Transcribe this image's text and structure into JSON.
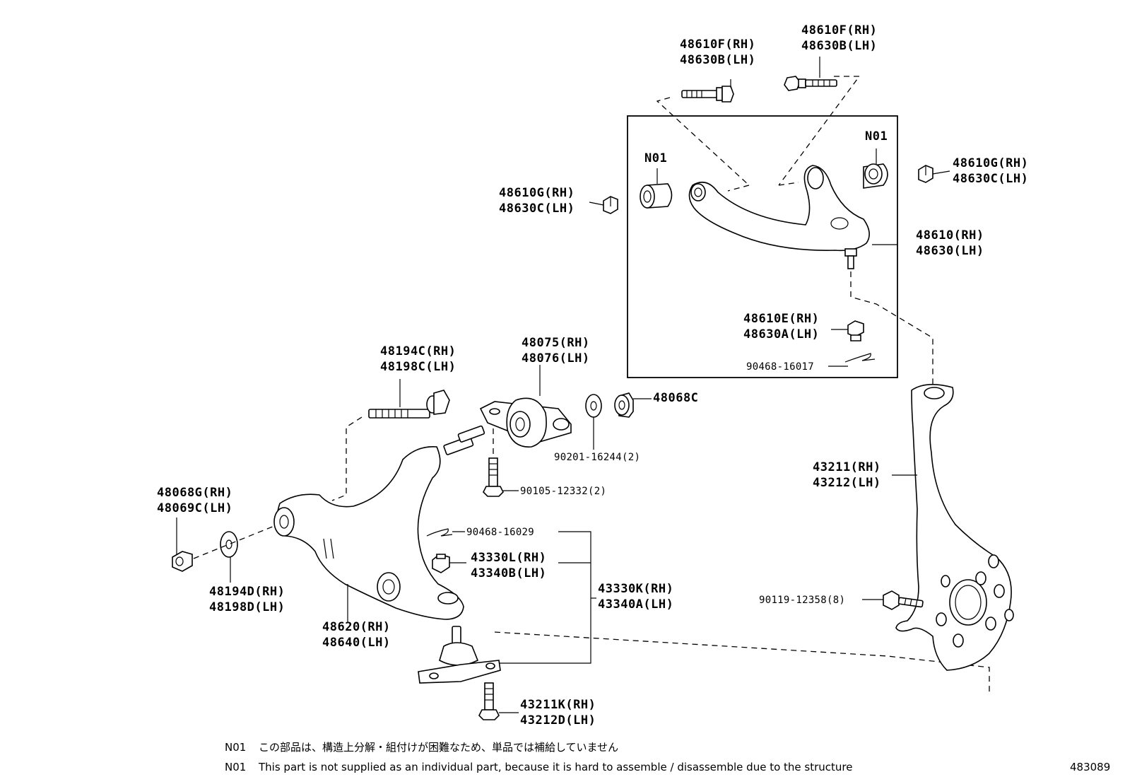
{
  "callouts": {
    "c48610F_top": [
      "48610F(RH)",
      "48630B(LH)"
    ],
    "c48610F_mid": [
      "48610F(RH)",
      "48630B(LH)"
    ],
    "n01_left": "N01",
    "n01_right": "N01",
    "c48610G_left": [
      "48610G(RH)",
      "48630C(LH)"
    ],
    "c48610G_right": [
      "48610G(RH)",
      "48630C(LH)"
    ],
    "c48610": [
      "48610(RH)",
      "48630(LH)"
    ],
    "c48610E": [
      "48610E(RH)",
      "48630A(LH)"
    ],
    "c90468_16017": "90468-16017",
    "c48194C": [
      "48194C(RH)",
      "48198C(LH)"
    ],
    "c48075": [
      "48075(RH)",
      "48076(LH)"
    ],
    "c48068C": "48068C",
    "c90201": "90201-16244(2)",
    "c90105": "90105-12332(2)",
    "c48068G": [
      "48068G(RH)",
      "48069C(LH)"
    ],
    "c90468_16029": "90468-16029",
    "c43330L": [
      "43330L(RH)",
      "43340B(LH)"
    ],
    "c43330K": [
      "43330K(RH)",
      "43340A(LH)"
    ],
    "c48194D": [
      "48194D(RH)",
      "48198D(LH)"
    ],
    "c48620": [
      "48620(RH)",
      "48640(LH)"
    ],
    "c43211": [
      "43211(RH)",
      "43212(LH)"
    ],
    "c90119": "90119-12358(8)",
    "c43211K": [
      "43211K(RH)",
      "43212D(LH)"
    ]
  },
  "notes": [
    {
      "code": "N01",
      "text": "この部品は、構造上分解・組付けが困難なため、単品では補給していません"
    },
    {
      "code": "N01",
      "text": "This part is not supplied as an individual part, because it is hard to assemble / disassemble due to the structure"
    }
  ],
  "figure_number": "483089"
}
